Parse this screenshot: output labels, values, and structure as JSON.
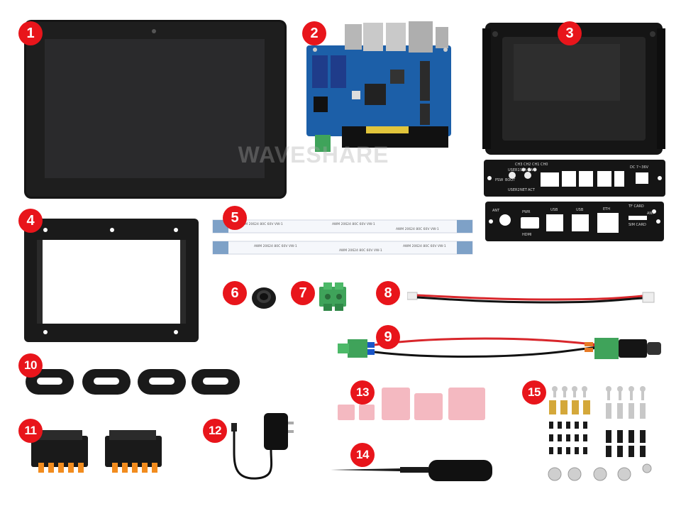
{
  "watermark": "WAVESHARE",
  "items": [
    {
      "number": "1"
    },
    {
      "number": "2"
    },
    {
      "number": "3"
    },
    {
      "number": "4"
    },
    {
      "number": "5"
    },
    {
      "number": "6"
    },
    {
      "number": "7"
    },
    {
      "number": "8"
    },
    {
      "number": "9"
    },
    {
      "number": "10"
    },
    {
      "number": "11"
    },
    {
      "number": "12"
    },
    {
      "number": "13"
    },
    {
      "number": "14"
    },
    {
      "number": "15"
    }
  ],
  "panel_labels": {
    "top": [
      "CH3",
      "CH2",
      "CH1",
      "CH0",
      "USER1",
      "STA",
      "PWR",
      "PSW",
      "BOOT",
      "USER2",
      "NET",
      "ACT",
      "DC 7~36V"
    ],
    "bottom": [
      "ANT",
      "PWR",
      "USB",
      "USB",
      "ETH",
      "TF CARD",
      "ANT",
      "SIM CARD",
      "HDMI"
    ]
  },
  "cable_print": "AWM 20624 80C 60V VW-1",
  "colors": {
    "badge": "#e8151b",
    "pcb": "#1c5fa8",
    "terminal_green": "#3fa35a",
    "terminal_orange": "#f28c1e",
    "thermal_pad": "#f4b9c1",
    "wire_red": "#d8262b"
  }
}
